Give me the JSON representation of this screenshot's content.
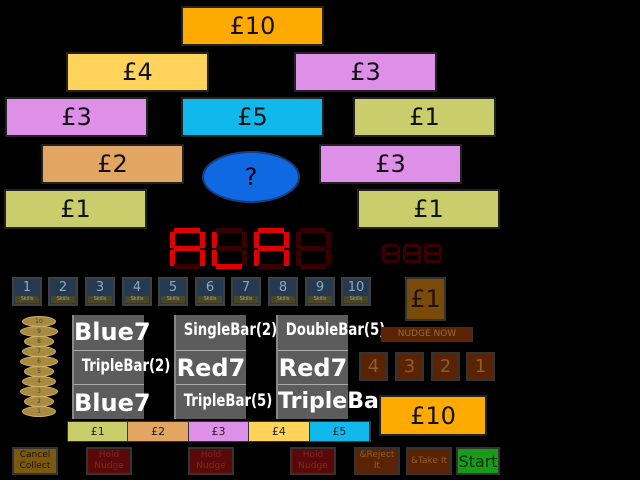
{
  "prize_board": {
    "top": "£10",
    "row2": [
      "£4",
      "£3"
    ],
    "row3": [
      "£3",
      "£5",
      "£1"
    ],
    "row4": [
      "£2",
      "£3"
    ],
    "row5": [
      "£1",
      "£1"
    ],
    "mystery": "?"
  },
  "colors": {
    "orange": "#ffaa00",
    "yellow": "#ffd35c",
    "violet": "#de90e8",
    "blue": "#10b8ec",
    "olive": "#cacd6c",
    "tan": "#e2a662",
    "led_red": "#e00000",
    "start_green": "#1a9a1a"
  },
  "number_strip": {
    "numbers": [
      "1",
      "2",
      "3",
      "4",
      "5",
      "6",
      "7",
      "8",
      "9",
      "10"
    ],
    "sub_label": "Skills"
  },
  "reels": [
    {
      "top": "Blue7",
      "middle": "TripleBar(2)",
      "bottom": "Blue7"
    },
    {
      "top": "SingleBar(2)",
      "middle": "Red7",
      "bottom": "TripleBar(5)"
    },
    {
      "top": "DoubleBar(5)",
      "middle": "Red7",
      "bottom": "TripleBar"
    }
  ],
  "trail": [
    "£1",
    "£2",
    "£3",
    "£4",
    "£5"
  ],
  "ladder": [
    "10",
    "9",
    "8",
    "7",
    "6",
    "5",
    "4",
    "3",
    "2",
    "1"
  ],
  "credit_display": "£1",
  "nudge_now": "NUDGE NOW",
  "nudge_numbers": [
    "4",
    "3",
    "2",
    "1"
  ],
  "bank_value": "£10",
  "buttons": {
    "cancel_collect": "Cancel Collect",
    "hold1": "Hold Nudge",
    "hold2": "Hold Nudge",
    "hold3": "Hold Nudge",
    "reject": "&Reject It",
    "take": "&Take It",
    "start": "Start"
  }
}
